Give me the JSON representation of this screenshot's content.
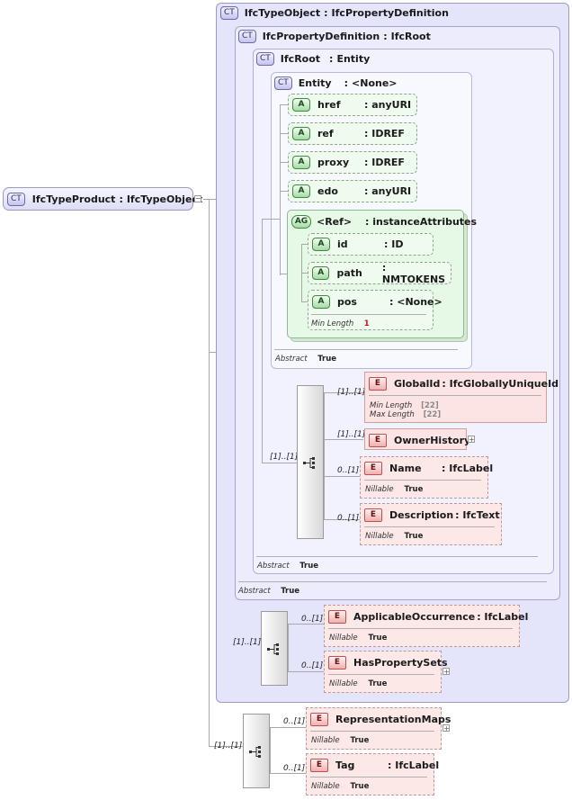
{
  "root": {
    "tag": "CT",
    "name": "IfcTypeProduct",
    "sep": ":",
    "base": "IfcTypeObject"
  },
  "type_object": {
    "tag": "CT",
    "name": "IfcTypeObject",
    "sep": ":",
    "base": "IfcPropertyDefinition"
  },
  "property_definition": {
    "tag": "CT",
    "name": "IfcPropertyDefinition",
    "sep": ":",
    "base": "IfcRoot"
  },
  "ifc_root": {
    "tag": "CT",
    "name": "IfcRoot",
    "sep": ":",
    "base": "Entity"
  },
  "entity": {
    "tag": "CT",
    "name": "Entity",
    "sep": ":",
    "base": "<None>"
  },
  "attributes": [
    {
      "tag": "A",
      "name": "href",
      "type": ": anyURI"
    },
    {
      "tag": "A",
      "name": "ref",
      "type": ": IDREF"
    },
    {
      "tag": "A",
      "name": "proxy",
      "type": ": IDREF"
    },
    {
      "tag": "A",
      "name": "edo",
      "type": ": anyURI"
    }
  ],
  "attribute_group": {
    "tag": "AG",
    "name": "<Ref>",
    "type": ": instanceAttributes",
    "items": [
      {
        "tag": "A",
        "name": "id",
        "type": ": ID"
      },
      {
        "tag": "A",
        "name": "path",
        "type": ": NMTOKENS"
      },
      {
        "tag": "A",
        "name": "pos",
        "type": ": <None>"
      }
    ],
    "pos_facet_label": "Min Length",
    "pos_facet_value": "1"
  },
  "entity_footer": {
    "label": "Abstract",
    "value": "True"
  },
  "root_sequence": {
    "mult": "[1]..[1]"
  },
  "root_elements": [
    {
      "tag": "E",
      "name": "GlobalId",
      "type": ": IfcGloballyUniqueId",
      "mult": "[1]..[1]",
      "facets": [
        {
          "label": "Min Length",
          "value": "[22]"
        },
        {
          "label": "Max Length",
          "value": "[22]"
        }
      ]
    },
    {
      "tag": "E",
      "name": "OwnerHistory",
      "type": "",
      "mult": "[1]..[1]",
      "expander": "+"
    },
    {
      "tag": "E",
      "name": "Name",
      "type": ": IfcLabel",
      "mult": "0..[1]",
      "facet_label": "Nillable",
      "facet_value": "True"
    },
    {
      "tag": "E",
      "name": "Description",
      "type": ": IfcText",
      "mult": "0..[1]",
      "facet_label": "Nillable",
      "facet_value": "True"
    }
  ],
  "ifc_root_footer": {
    "label": "Abstract",
    "value": "True"
  },
  "pd_footer": {
    "label": "Abstract",
    "value": "True"
  },
  "to_sequence": {
    "mult": "[1]..[1]"
  },
  "to_elements": [
    {
      "tag": "E",
      "name": "ApplicableOccurrence",
      "type": ": IfcLabel",
      "mult": "0..[1]",
      "facet_label": "Nillable",
      "facet_value": "True"
    },
    {
      "tag": "E",
      "name": "HasPropertySets",
      "type": "",
      "mult": "0..[1]",
      "facet_label": "Nillable",
      "facet_value": "True",
      "expander": "+"
    }
  ],
  "tp_sequence": {
    "mult": "[1]..[1]"
  },
  "tp_elements": [
    {
      "tag": "E",
      "name": "RepresentationMaps",
      "type": "",
      "mult": "0..[1]",
      "facet_label": "Nillable",
      "facet_value": "True",
      "expander": "+"
    },
    {
      "tag": "E",
      "name": "Tag",
      "type": ": IfcLabel",
      "mult": "0..[1]",
      "facet_label": "Nillable",
      "facet_value": "True"
    }
  ],
  "collapse_symbol": "−",
  "colors": {
    "complex_type_bg": "#e4e4fb",
    "attribute_bg": "#eefbee",
    "element_bg": "#fde4e4",
    "attr_group_bg": "#e6f8e6"
  }
}
